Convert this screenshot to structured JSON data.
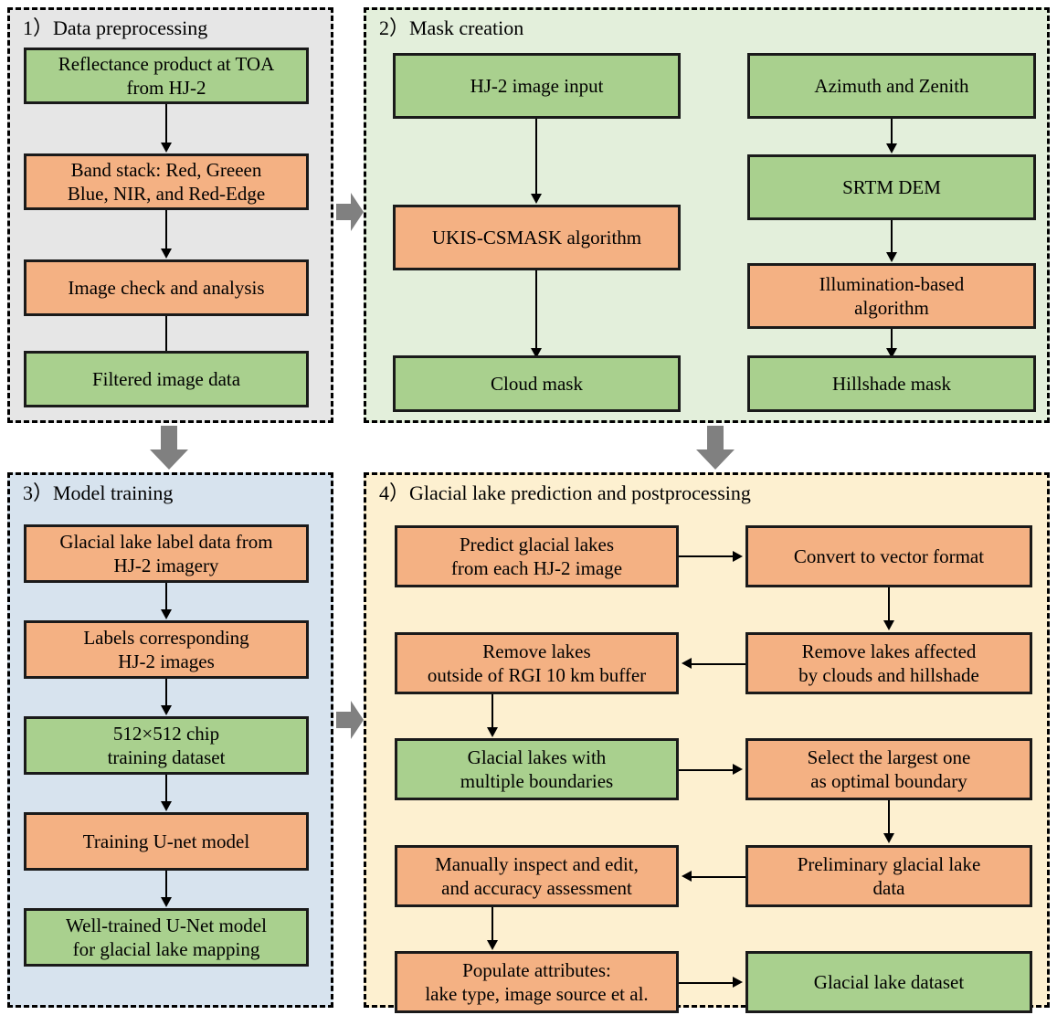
{
  "figure": {
    "type": "flowchart",
    "palette": {
      "green_node": "#a9d08e",
      "orange_node": "#f4b183",
      "panel1_bg": "#e6e6e6",
      "panel2_bg": "#e3efdb",
      "panel3_bg": "#d7e3ee",
      "panel4_bg": "#fdf0d0",
      "stage_arrow": "#808080",
      "border": "#1a1a1a"
    }
  },
  "panels": [
    {
      "id": "panel-1",
      "title": "1）Data preprocessing",
      "nodes": [
        {
          "id": "p1n1",
          "label": "Reflectance product at TOA\nfrom HJ-2",
          "color": "green"
        },
        {
          "id": "p1n2",
          "label": "Band stack: Red, Greeen\nBlue, NIR, and Red-Edge",
          "color": "orange"
        },
        {
          "id": "p1n3",
          "label": "Image check and analysis",
          "color": "orange"
        },
        {
          "id": "p1n4",
          "label": "Filtered image data",
          "color": "green"
        }
      ]
    },
    {
      "id": "panel-2",
      "title": "2）Mask creation",
      "nodes": [
        {
          "id": "p2n1",
          "label": "HJ-2 image input",
          "color": "green"
        },
        {
          "id": "p2n2",
          "label": "UKIS-CSMASK algorithm",
          "color": "orange"
        },
        {
          "id": "p2n3",
          "label": "Cloud mask",
          "color": "green"
        },
        {
          "id": "p2n4",
          "label": "Azimuth and Zenith",
          "color": "green"
        },
        {
          "id": "p2n5",
          "label": "SRTM DEM",
          "color": "green"
        },
        {
          "id": "p2n6",
          "label": "Illumination-based\nalgorithm",
          "color": "orange"
        },
        {
          "id": "p2n7",
          "label": "Hillshade mask",
          "color": "green"
        }
      ]
    },
    {
      "id": "panel-3",
      "title": "3）Model training",
      "nodes": [
        {
          "id": "p3n1",
          "label": "Glacial lake label data from\nHJ-2 imagery",
          "color": "orange"
        },
        {
          "id": "p3n2",
          "label": "Labels corresponding\nHJ-2 images",
          "color": "orange"
        },
        {
          "id": "p3n3",
          "label": "512×512 chip\ntraining dataset",
          "color": "green"
        },
        {
          "id": "p3n4",
          "label": "Training U-net model",
          "color": "orange"
        },
        {
          "id": "p3n5",
          "label": "Well-trained U-Net model\nfor glacial lake mapping",
          "color": "green"
        }
      ]
    },
    {
      "id": "panel-4",
      "title": "4）Glacial lake prediction and postprocessing",
      "nodes": [
        {
          "id": "p4n1",
          "label": "Predict glacial lakes\nfrom each HJ-2 image",
          "color": "orange"
        },
        {
          "id": "p4n2",
          "label": "Convert to vector format",
          "color": "orange"
        },
        {
          "id": "p4n3",
          "label": "Remove  lakes affected\nby clouds and hillshade",
          "color": "orange"
        },
        {
          "id": "p4n4",
          "label": "Remove lakes\noutside of RGI 10 km buffer",
          "color": "orange"
        },
        {
          "id": "p4n5",
          "label": "Glacial lakes with\nmultiple boundaries",
          "color": "green"
        },
        {
          "id": "p4n6",
          "label": "Select the largest one\nas optimal boundary",
          "color": "orange"
        },
        {
          "id": "p4n7",
          "label": "Preliminary glacial lake\ndata",
          "color": "orange"
        },
        {
          "id": "p4n8",
          "label": "Manually inspect and edit,\nand accuracy assessment",
          "color": "orange"
        },
        {
          "id": "p4n9",
          "label": "Populate attributes:\nlake type, image source et al.",
          "color": "orange"
        },
        {
          "id": "p4n10",
          "label": "Glacial lake dataset",
          "color": "green"
        }
      ]
    }
  ],
  "stage_arrows": [
    {
      "id": "arrow-p1-to-p2",
      "direction": "right"
    },
    {
      "id": "arrow-p1-to-p3",
      "direction": "down"
    },
    {
      "id": "arrow-p2-to-p4",
      "direction": "down"
    },
    {
      "id": "arrow-p3-to-p4",
      "direction": "right"
    }
  ]
}
